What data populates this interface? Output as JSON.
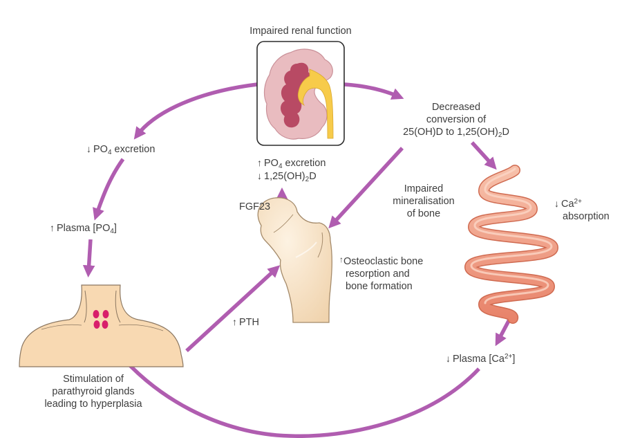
{
  "title": "Pathogenesis of secondary hyperparathyroidism in impaired renal function",
  "colors": {
    "arrow": "#b05db0",
    "kidney_outer": "#e6b4b8",
    "kidney_medulla": "#b84a64",
    "ureter": "#f7cb4a",
    "bone": "#f6dcb8",
    "intestine": "#f0a083",
    "skin": "#f8d9b2",
    "parathyroid": "#d81f6b",
    "text": "#3d3d3d"
  },
  "labels": {
    "renal": "Impaired renal function",
    "kidney_effect": {
      "line1_arrow": "↑",
      "line1_pre": "PO",
      "line1_sub": "4",
      "line1_post": " excretion",
      "line2_arrow": "↓",
      "line2_pre": "1,25(OH)",
      "line2_sub": "2",
      "line2_post": "D"
    },
    "conversion": {
      "line1": "Decreased",
      "line2": "conversion of",
      "line3_pre": "25(OH)D to 1,25(OH)",
      "line3_sub": "2",
      "line3_post": "D"
    },
    "po4_excretion": {
      "arrow": "↓",
      "pre": "PO",
      "sub": "4",
      "post": " excretion"
    },
    "plasma_po4": {
      "arrow": "↑",
      "pre": "Plasma [PO",
      "sub": "4",
      "post": "]"
    },
    "fgf23": "FGF23",
    "mineralisation": {
      "line1": "Impaired",
      "line2": "mineralisation",
      "line3": "of bone"
    },
    "ca_absorption": {
      "arrow": "↓",
      "pre": "Ca",
      "sup": "2+",
      "line2": "absorption"
    },
    "osteoclastic": {
      "arrow": "↑",
      "line1": "Osteoclastic bone",
      "line2": "resorption and",
      "line3": "bone formation"
    },
    "pth": {
      "arrow": "↑",
      "text": "PTH"
    },
    "plasma_ca": {
      "arrow": "↓",
      "pre": "Plasma [Ca",
      "sup": "2+",
      "post": "]"
    },
    "parathyroid": {
      "line1": "Stimulation of",
      "line2": "parathyroid glands",
      "line3": "leading to hyperplasia"
    }
  }
}
